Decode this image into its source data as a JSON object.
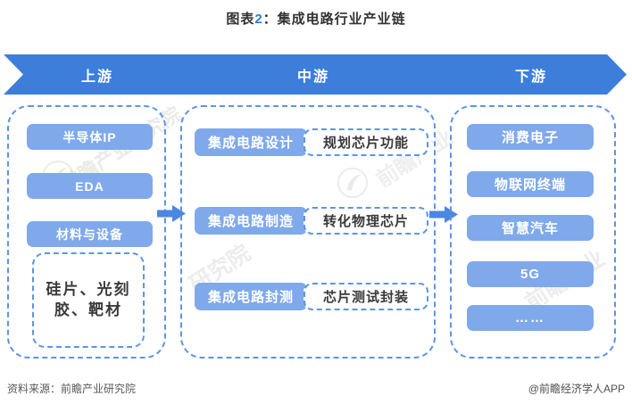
{
  "title": {
    "prefix": "图表",
    "number": "2",
    "suffix": "：集成电路行业产业链"
  },
  "stages": [
    "上游",
    "中游",
    "下游"
  ],
  "upstream": {
    "items": [
      "半导体IP",
      "EDA",
      "材料与设备"
    ],
    "sub_item": "硅片、光刻胶、靶材",
    "sub_item_lines": [
      "硅片、光刻",
      "胶、靶材"
    ]
  },
  "midstream": {
    "rows": [
      {
        "step": "集成电路设计",
        "desc": "规划芯片功能"
      },
      {
        "step": "集成电路制造",
        "desc": "转化物理芯片"
      },
      {
        "step": "集成电路封测",
        "desc": "芯片测试封装"
      }
    ]
  },
  "downstream": {
    "items": [
      "消费电子",
      "物联网终端",
      "智慧汽车",
      "5G",
      "……"
    ]
  },
  "footer": {
    "source": "资料来源：前瞻产业研究院",
    "credit": "@前瞻经济学人APP"
  },
  "watermark": {
    "brand": "前瞻产业研究院",
    "brand_short": "前瞻产业",
    "brand_tail": "研究院"
  },
  "colors": {
    "stage_arrow_blue": "#3d7edb",
    "item_box_blue": "#7fa9ea",
    "dashed_border_blue": "#5b95e6",
    "flow_arrow_blue": "#4b87df",
    "title_number_blue": "#2f7bd0",
    "dark_text": "#3a3a3a",
    "footer_gray": "#595959",
    "watermark_gray": "#9a9a9a"
  }
}
